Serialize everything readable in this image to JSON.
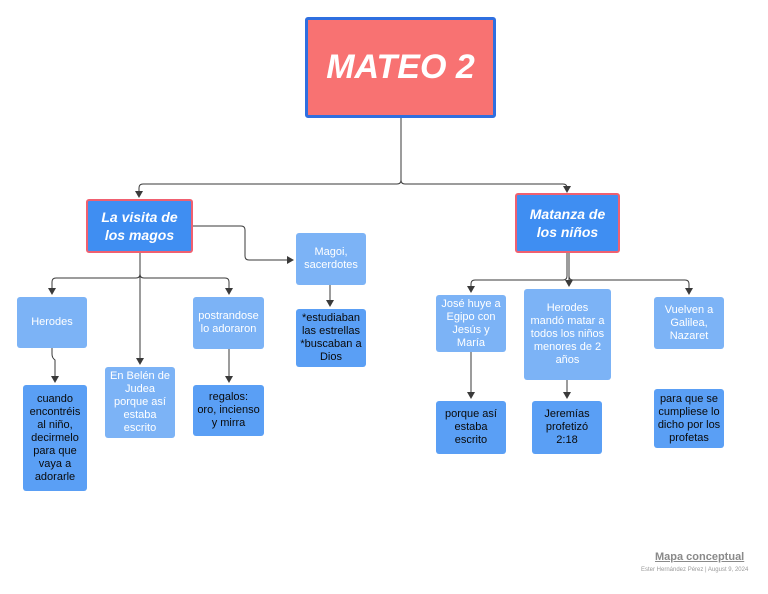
{
  "diagram": {
    "title": "MATEO 2",
    "branches": {
      "visita": "La visita de\nlos magos",
      "matanza": "Matanza de\nlos niños"
    },
    "nodes": {
      "magoi": "Magoi,\nsacerdotes",
      "estudiaban": "*estudiaban\nlas estrellas\n*buscaban a\nDios",
      "herodes": "Herodes",
      "cuando": "cuando\nencontréis\nal niño,\ndecirmelo\npara que\nvaya a\nadorarle",
      "belen": "En Belén de\nJudea\nporque así\nestaba\nescrito",
      "postrandose": "postrandose\nlo  adoraron",
      "regalos": "regalos:\noro, incienso\ny mirra",
      "jose": "José huye a\nEgipo con\nJesús y\nMaría",
      "porque": "porque así\nestaba\nescrito",
      "herodes_mando": "Herodes\nmandó matar a\ntodos los niños\nmenores de 2\naños",
      "jeremias": "Jeremías\nprofetizó\n2:18",
      "vuelven": "Vuelven a\nGalilea,\nNazaret",
      "para_que": "para que se\ncumpliese lo\ndicho por los\nprofetas"
    }
  },
  "footer": {
    "title": "Mapa conceptual",
    "subtitle": "Ester Hernández Pérez  |  August 9, 2024"
  },
  "colors": {
    "title_fill": "#f87272",
    "title_border": "#2f6fe0",
    "branch_fill": "#3f8ef2",
    "branch_border": "#f06070",
    "node_light": "#7cb3f6",
    "node_dark": "#5a9ff5",
    "line": "#3a3a3a"
  }
}
